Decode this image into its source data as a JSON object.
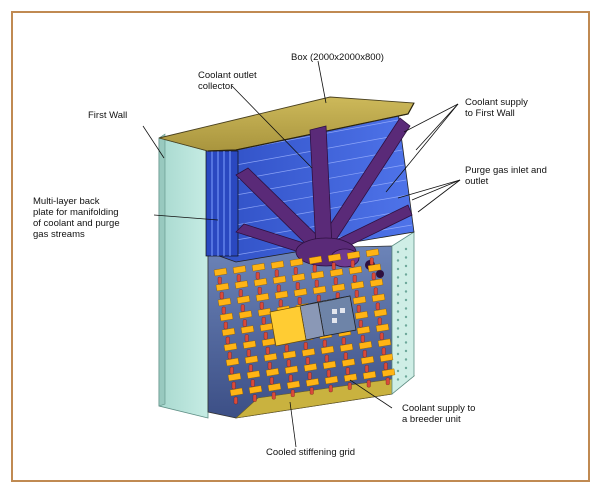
{
  "labels": {
    "box": "Box (2000x2000x800)",
    "coolant_outlet": "Coolant outlet\ncollector",
    "coolant_supply_fw": "Coolant supply\nto First Wall",
    "first_wall": "First Wall",
    "purge_gas": "Purge gas inlet and\noutlet",
    "back_plate": "Multi-layer back\nplate for manifolding\nof coolant and purge\ngas streams",
    "coolant_supply_breeder": "Coolant supply to\na breeder unit",
    "stiffening_grid": "Cooled stiffening grid"
  },
  "colors": {
    "frame": "#c08a52",
    "first_wall": "#bfe6de",
    "top_lid": "#bda94f",
    "back_plate": "#3a5fd6",
    "manifold": "#5a2a78",
    "grid": "#ffb414",
    "pins": "#d94a3a",
    "floor": "#c9b23f"
  }
}
